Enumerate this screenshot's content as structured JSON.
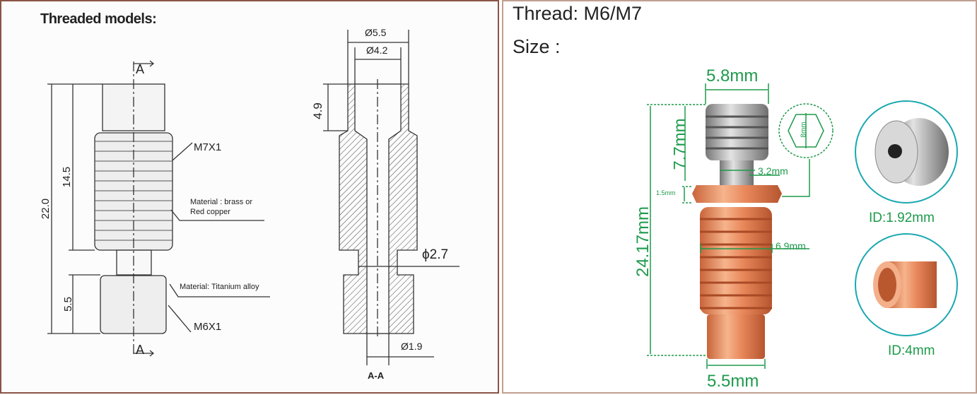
{
  "left_panel": {
    "title": "Threaded models:",
    "section_marker": "A",
    "section_label": "A-A",
    "dimensions": {
      "overall_length": "22.0",
      "upper_thread_length": "14.5",
      "lower_thread_length": "5.5",
      "outer_top_diameter": "Ø5.5",
      "inner_top_diameter": "Ø4.2",
      "top_bore_depth": "4.9",
      "neck_diameter": "ϕ2.7",
      "bore_diameter": "Ø1.9"
    },
    "annotations": {
      "upper_thread": "M7X1",
      "upper_material_line1": "Material : brass or",
      "upper_material_line2": "Red copper",
      "lower_material": "Material: Titanium alloy",
      "lower_thread": "M6X1"
    }
  },
  "right_panel": {
    "thread_label": "Thread: M6/M7",
    "size_label": "Size :",
    "dimensions": {
      "top_width": "5.8mm",
      "overall_length": "24.17mm",
      "top_length": "7.7mm",
      "hex_thickness": "1.5mm",
      "stem_diameter": "3.2mm",
      "thread_diameter": "6.9mm",
      "bottom_diameter": "5.5mm",
      "hex_size": "8mm"
    },
    "detail_top_caption": "ID:1.92mm",
    "detail_bottom_caption": "ID:4mm",
    "colors": {
      "dimension": "#1e9a4c",
      "copper": "#e8875a",
      "steel": "#a8a8a8"
    }
  }
}
